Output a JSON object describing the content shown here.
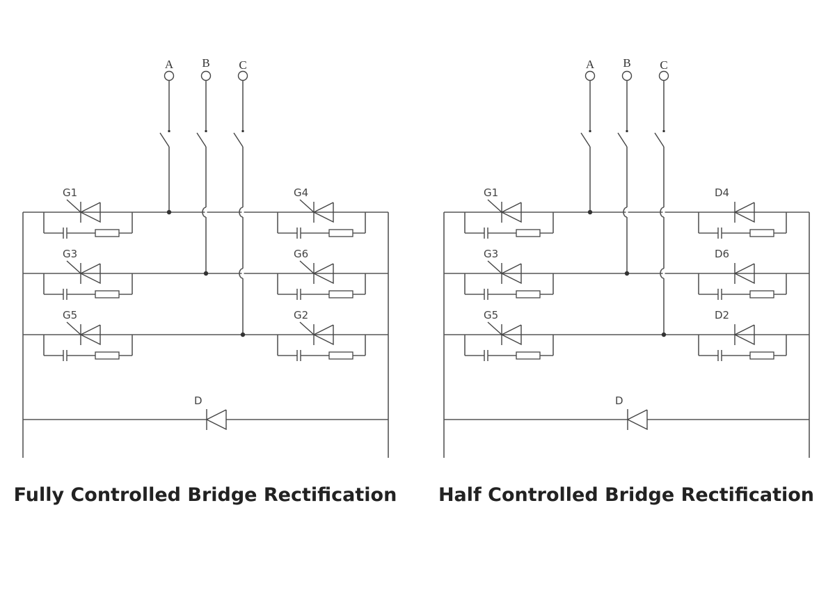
{
  "diagrams": [
    {
      "id": "fully-controlled",
      "caption": "Fully Controlled Bridge Rectification",
      "phases": [
        "A",
        "B",
        "C"
      ],
      "left_devices": [
        {
          "label": "G1",
          "type": "thyristor"
        },
        {
          "label": "G3",
          "type": "thyristor"
        },
        {
          "label": "G5",
          "type": "thyristor"
        }
      ],
      "right_devices": [
        {
          "label": "G4",
          "type": "thyristor"
        },
        {
          "label": "G6",
          "type": "thyristor"
        },
        {
          "label": "G2",
          "type": "thyristor"
        }
      ],
      "freewheel_diode": {
        "label": "D",
        "type": "diode"
      }
    },
    {
      "id": "half-controlled",
      "caption": "Half Controlled Bridge Rectification",
      "phases": [
        "A",
        "B",
        "C"
      ],
      "left_devices": [
        {
          "label": "G1",
          "type": "thyristor"
        },
        {
          "label": "G3",
          "type": "thyristor"
        },
        {
          "label": "G5",
          "type": "thyristor"
        }
      ],
      "right_devices": [
        {
          "label": "D4",
          "type": "diode"
        },
        {
          "label": "D6",
          "type": "diode"
        },
        {
          "label": "D2",
          "type": "diode"
        }
      ],
      "freewheel_diode": {
        "label": "D",
        "type": "diode"
      }
    }
  ],
  "colors": {
    "wire": "#555555",
    "text": "#222222",
    "background": "#ffffff"
  }
}
